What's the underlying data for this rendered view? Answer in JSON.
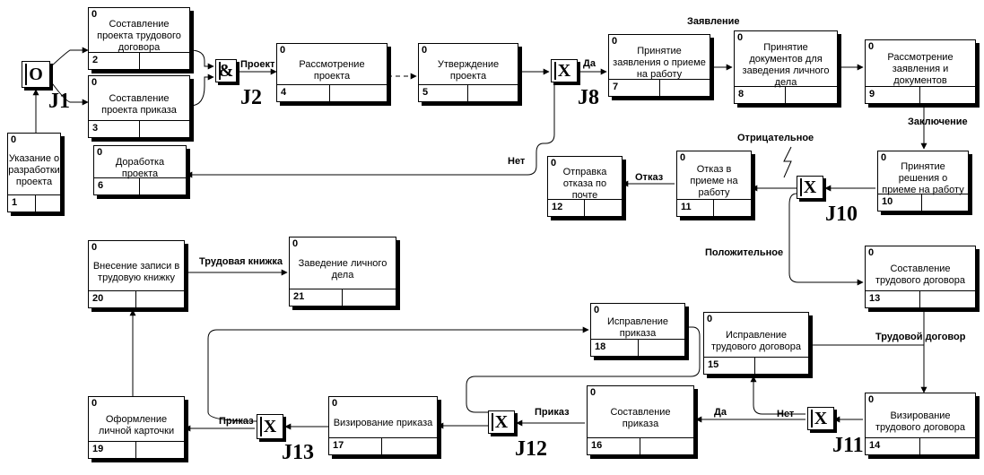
{
  "boxes": {
    "b1": {
      "counter": "0",
      "label": "Указание о разработки проекта",
      "id": "1"
    },
    "b2": {
      "counter": "0",
      "label": "Составление проекта трудового договора",
      "id": "2"
    },
    "b3": {
      "counter": "0",
      "label": "Составление проекта приказа",
      "id": "3"
    },
    "b4": {
      "counter": "0",
      "label": "Рассмотрение проекта",
      "id": "4"
    },
    "b5": {
      "counter": "0",
      "label": "Утверждение проекта",
      "id": "5"
    },
    "b6": {
      "counter": "0",
      "label": "Доработка проекта",
      "id": "6"
    },
    "b7": {
      "counter": "0",
      "label": "Принятие заявления о приеме на работу",
      "id": "7"
    },
    "b8": {
      "counter": "0",
      "label": "Принятие документов для заведения личного дела",
      "id": "8"
    },
    "b9": {
      "counter": "0",
      "label": "Рассмотрение заявления и документов",
      "id": "9"
    },
    "b10": {
      "counter": "0",
      "label": "Принятие решения о приеме на работу",
      "id": "10"
    },
    "b11": {
      "counter": "0",
      "label": "Отказ в приеме на работу",
      "id": "11"
    },
    "b12": {
      "counter": "0",
      "label": "Отправка отказа по почте",
      "id": "12"
    },
    "b13": {
      "counter": "0",
      "label": "Составление трудового договора",
      "id": "13"
    },
    "b14": {
      "counter": "0",
      "label": "Визирование трудового договора",
      "id": "14"
    },
    "b15": {
      "counter": "0",
      "label": "Исправление трудового договора",
      "id": "15"
    },
    "b16": {
      "counter": "0",
      "label": "Составление приказа",
      "id": "16"
    },
    "b17": {
      "counter": "0",
      "label": "Визирование приказа",
      "id": "17"
    },
    "b18": {
      "counter": "0",
      "label": "Исправление приказа",
      "id": "18"
    },
    "b19": {
      "counter": "0",
      "label": "Оформление личной карточки",
      "id": "19"
    },
    "b20": {
      "counter": "0",
      "label": "Внесение записи в трудовую книжку",
      "id": "20"
    },
    "b21": {
      "counter": "0",
      "label": "Заведение личного дела",
      "id": "21"
    }
  },
  "junctions": {
    "j1": {
      "symbol": "O",
      "name": "J1"
    },
    "j2": {
      "symbol": "&",
      "name": "J2"
    },
    "j8": {
      "symbol": "X",
      "name": "J8"
    },
    "j10": {
      "symbol": "X",
      "name": "J10"
    },
    "j11": {
      "symbol": "X",
      "name": "J11"
    },
    "j12": {
      "symbol": "X",
      "name": "J12"
    },
    "j13": {
      "symbol": "X",
      "name": "J13"
    }
  },
  "arrow_labels": {
    "proekt": "Проект",
    "da_j8": "Да",
    "net_j8": "Нет",
    "zayavlenie": "Заявление",
    "zaklyuchenie": "Заключение",
    "otritsatelnoe": "Отрицательное",
    "otkaz": "Отказ",
    "polozhitelnoe": "Положительное",
    "trudovaya_knizhka": "Трудовая книжка",
    "trudovoy_dogovor": "Трудовой договор",
    "da_j11": "Да",
    "net_j11": "Нет",
    "prikaz_j12": "Приказ",
    "prikaz_j13": "Приказ"
  }
}
